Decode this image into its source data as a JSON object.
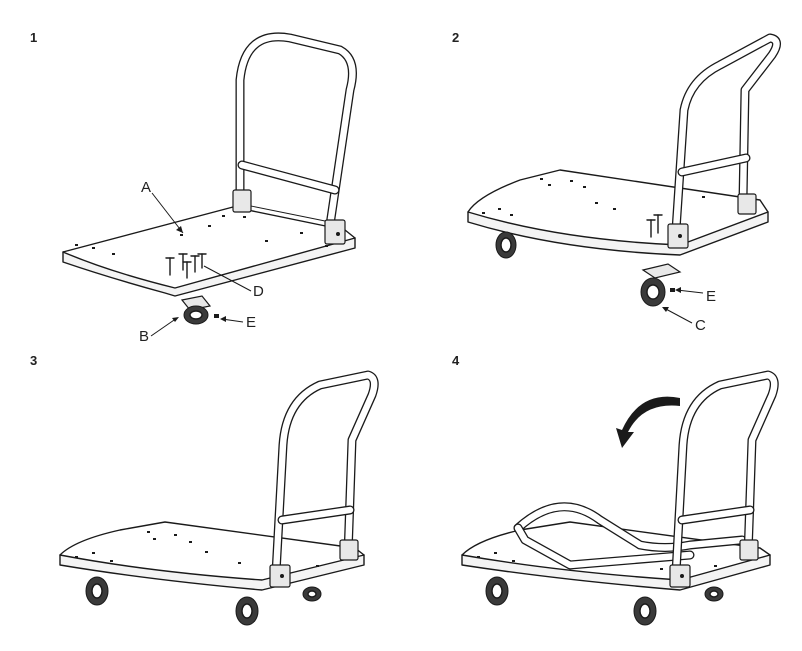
{
  "steps": [
    {
      "number": "1",
      "callouts": {
        "a": "A",
        "b": "B",
        "d": "D",
        "e": "E"
      }
    },
    {
      "number": "2",
      "callouts": {
        "e": "E",
        "c": "C"
      }
    },
    {
      "number": "3"
    },
    {
      "number": "4"
    }
  ],
  "icons": {
    "rotation_arrow": "curved-arrow-icon"
  }
}
